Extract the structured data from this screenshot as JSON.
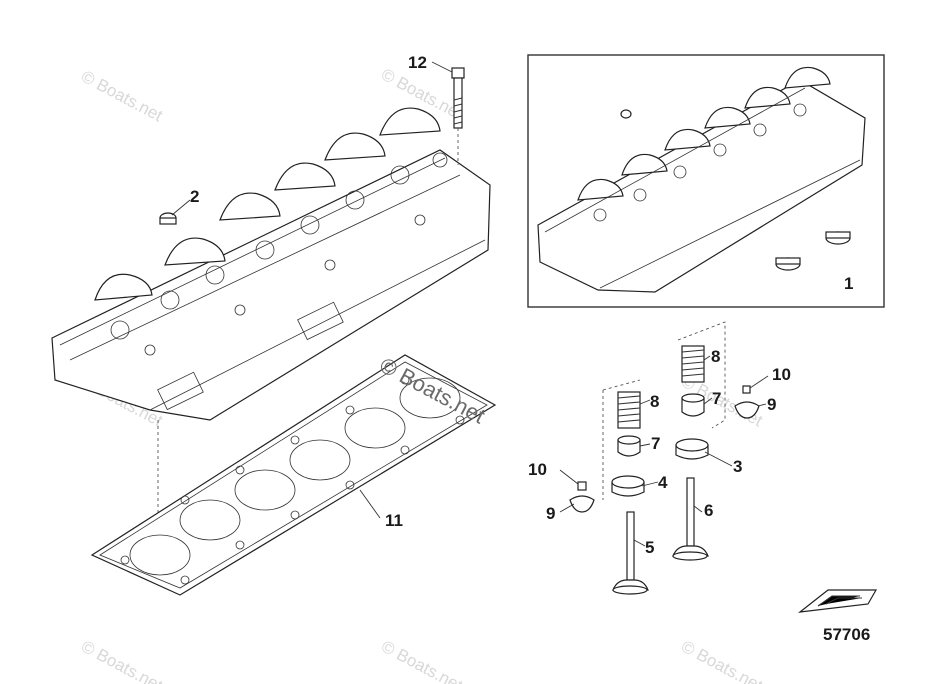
{
  "watermark": "© Boats.net",
  "diagram_id": "57706",
  "callouts": {
    "c1": "1",
    "c2": "2",
    "c3": "3",
    "c4": "4",
    "c5": "5",
    "c6": "6",
    "c7a": "7",
    "c7b": "7",
    "c8a": "8",
    "c8b": "8",
    "c9a": "9",
    "c9b": "9",
    "c10a": "10",
    "c10b": "10",
    "c11": "11",
    "c12": "12"
  }
}
